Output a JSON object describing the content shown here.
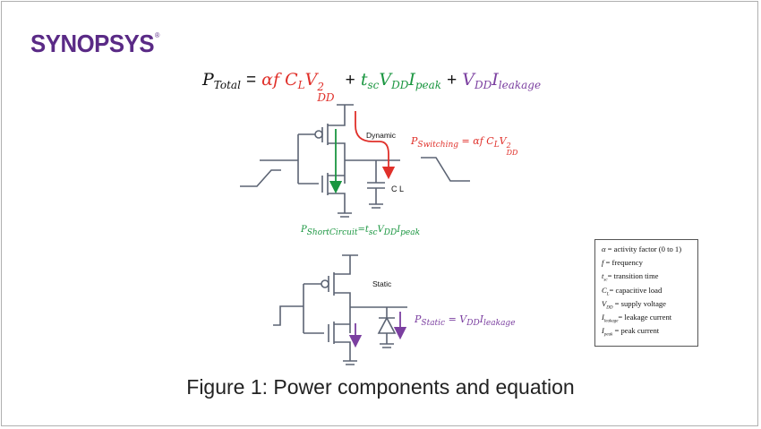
{
  "brand": {
    "name": "SYNOPSYS",
    "mark": "®",
    "color": "#5a2a86"
  },
  "equation": {
    "lhs": {
      "symbol": "P",
      "subscript": "Total"
    },
    "equals": "=",
    "terms": [
      {
        "name": "switching",
        "color": "#e0302a",
        "parts": [
          "α",
          "f",
          "C",
          "L",
          "V",
          "2",
          "DD"
        ]
      },
      {
        "name": "short-circuit",
        "color": "#1a9640",
        "parts": [
          "t",
          "sc",
          "V",
          "DD",
          "I",
          "peak"
        ]
      },
      {
        "name": "leakage",
        "color": "#7b3fa0",
        "parts": [
          "V",
          "DD",
          "I",
          "leakage"
        ]
      }
    ],
    "plus": "+"
  },
  "dynamic_circuit": {
    "label": "Dynamic",
    "cap_label": "C",
    "cap_sub": "L",
    "switching_formula": {
      "P": "P",
      "sub": "Switching",
      "rhs": "= αf C",
      "rhs_sub1": "L",
      "rhs_V": "V",
      "rhs_sup": "2",
      "rhs_sub2": "DD"
    },
    "short_circuit_formula": {
      "P": "P",
      "sub": "ShortCircuit",
      "eq": "=t",
      "sub2": "sc",
      "V": "V",
      "sub3": "DD",
      "I": "I",
      "sub4": "peak"
    }
  },
  "static_circuit": {
    "label": "Static",
    "static_formula": {
      "P": "P",
      "sub": "Static",
      "eq": " = V",
      "sub2": "DD",
      "I": "I",
      "sub3": "leakage"
    }
  },
  "legend": {
    "rows": [
      {
        "sym": "α",
        "sub": "",
        "text": " = activity factor (0 to 1)"
      },
      {
        "sym": "f",
        "sub": "",
        "text": " = frequency"
      },
      {
        "sym": "t",
        "sub": "sc",
        "text": "= transition time"
      },
      {
        "sym": "C",
        "sub": "L",
        "text": "= capacitive load"
      },
      {
        "sym": "V",
        "sub": "DD",
        "text": " = supply voltage"
      },
      {
        "sym": "I",
        "sub": "leakage",
        "text": "= leakage current"
      },
      {
        "sym": "I",
        "sub": "peak",
        "text": " = peak current"
      }
    ]
  },
  "caption": "Figure 1: Power components and equation",
  "colors": {
    "wire": "#5b6373",
    "red": "#e0302a",
    "green": "#1a9640",
    "purple": "#7b3fa0"
  }
}
